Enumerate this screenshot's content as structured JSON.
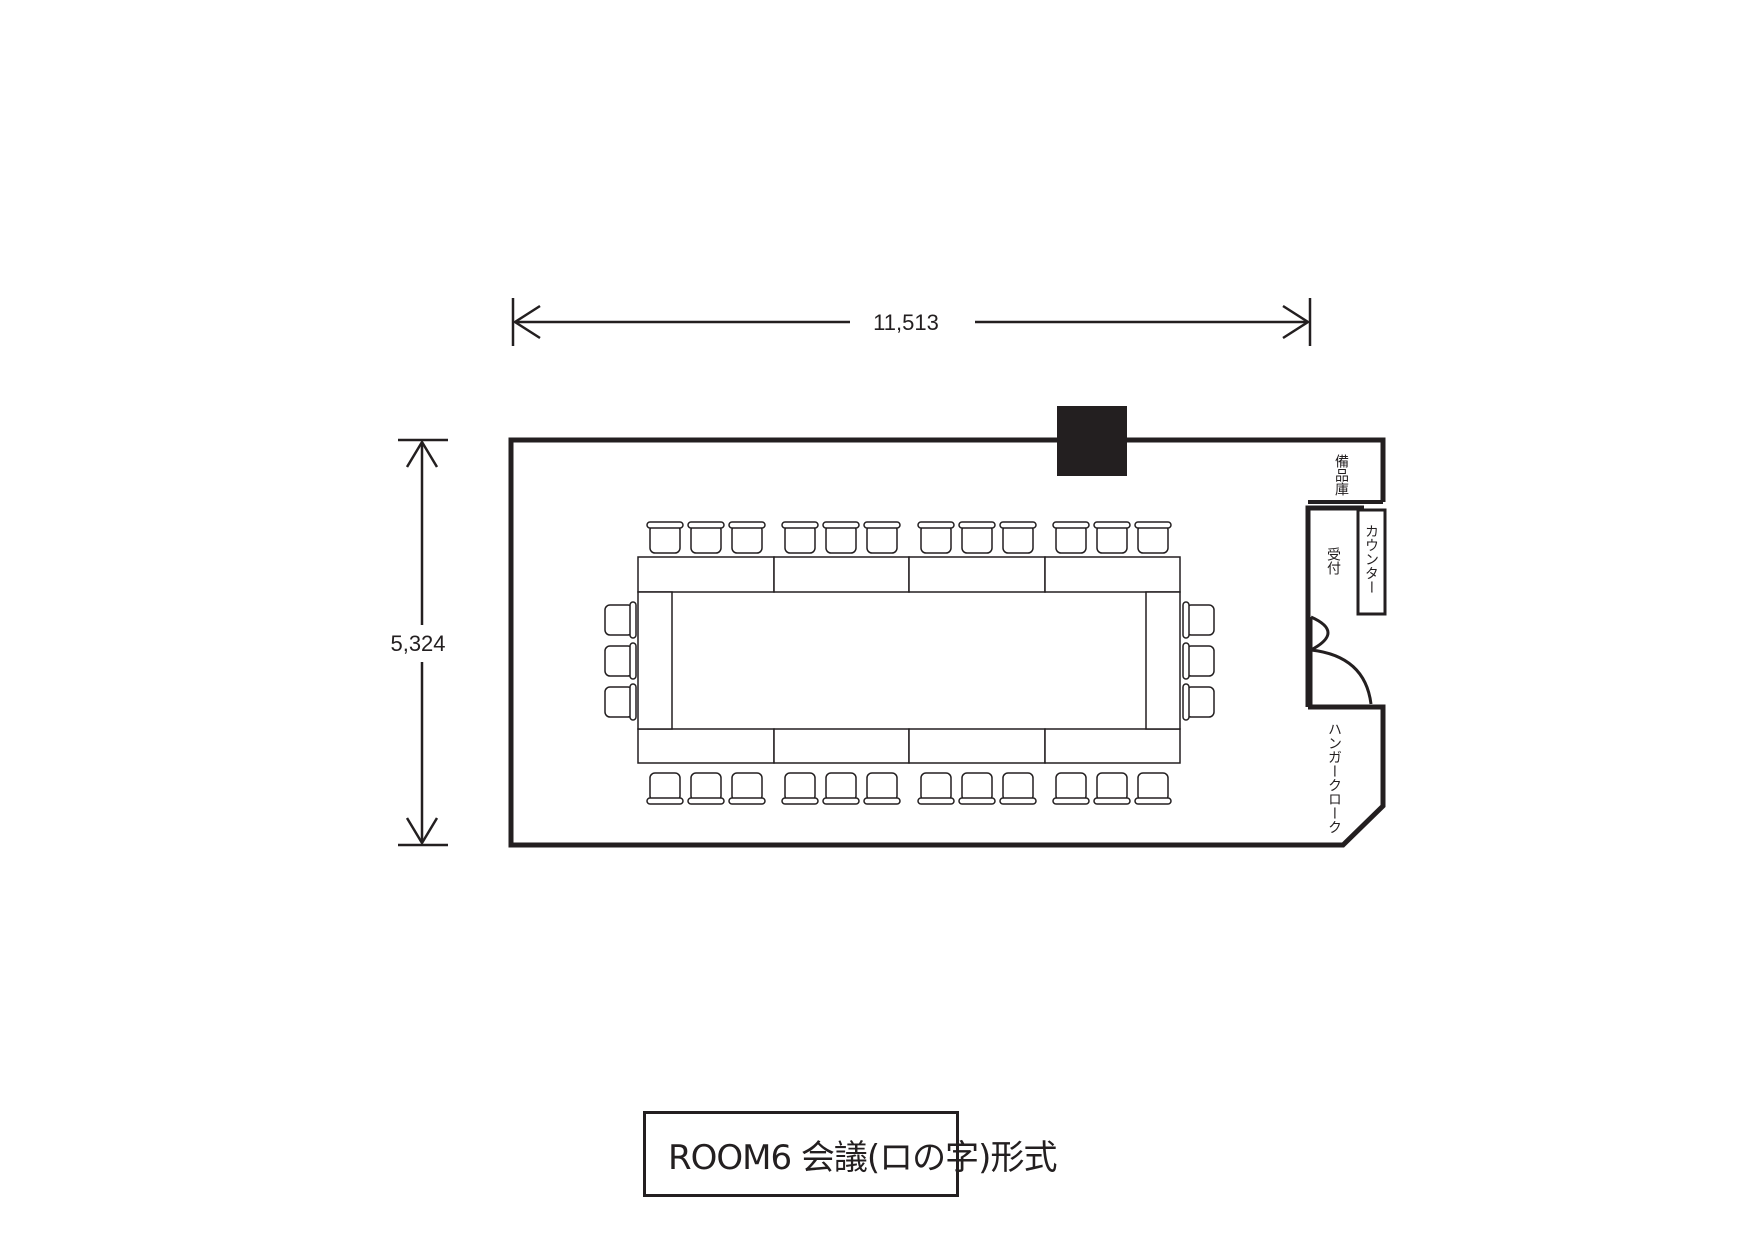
{
  "dimensions": {
    "width_label": "11,513",
    "height_label": "5,324"
  },
  "room_labels": {
    "storage": "備品庫",
    "counter": "カウンター",
    "reception": "受付",
    "cloak": "ハンガークローク"
  },
  "title": "ROOM6 会議(ロの字)形式",
  "seating": {
    "top_chairs": 12,
    "bottom_chairs": 12,
    "left_chairs": 3,
    "right_chairs": 3
  },
  "colors": {
    "line": "#231f20",
    "pillar": "#231f20",
    "background": "#ffffff"
  }
}
